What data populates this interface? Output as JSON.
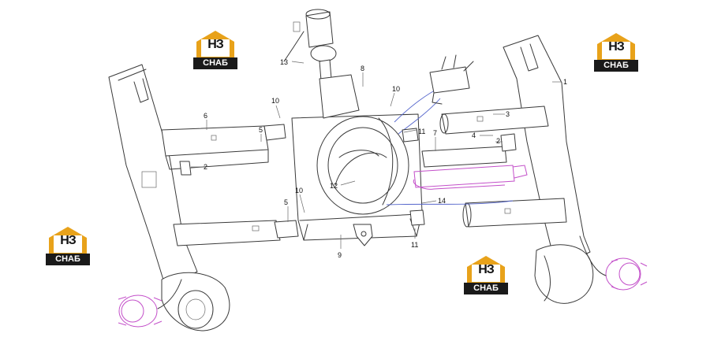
{
  "logo": {
    "letters": "НЗ",
    "subtitle": "СНАБ",
    "roof_color": "#e8a21a",
    "band_color": "#1a1a1a"
  },
  "callouts": [
    "1",
    "2",
    "2",
    "3",
    "4",
    "5",
    "5",
    "6",
    "7",
    "8",
    "9",
    "10",
    "10",
    "10",
    "11",
    "11",
    "12",
    "13",
    "14"
  ],
  "colors": {
    "line": "#3a3a3a",
    "highlight": "#c34fc9",
    "hose": "#5566cc"
  }
}
